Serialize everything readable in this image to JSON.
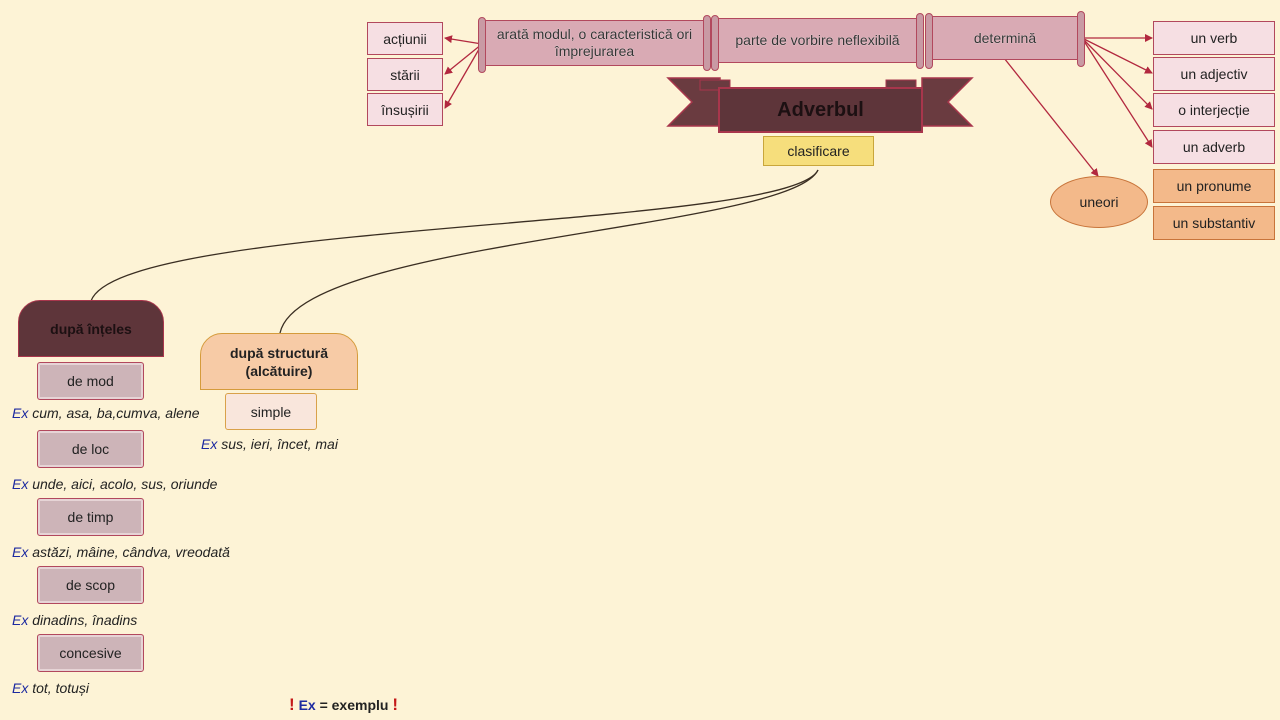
{
  "title": "Adverbul",
  "classification_label": "clasificare",
  "scrolls": {
    "shows": "arată  modul, o caracteristică ori împrejurarea",
    "part_of_speech": "parte de vorbire neflexibilă",
    "determines": "determină"
  },
  "shows_targets": [
    "acțiunii",
    "stării",
    "însușirii"
  ],
  "determines_targets": [
    "un verb",
    "un adjectiv",
    "o interjecție",
    "un adverb"
  ],
  "sometimes": {
    "label": "uneori",
    "targets": [
      "un pronume",
      "un substantiv"
    ]
  },
  "by_meaning": {
    "label": "după înțeles",
    "types": [
      {
        "label": "de mod",
        "ex_word": "Ex",
        "example": "cum, asa, ba,cumva, alene"
      },
      {
        "label": "de loc",
        "ex_word": "Ex",
        "example": "unde, aici, acolo, sus, oriunde"
      },
      {
        "label": "de timp",
        "ex_word": "Ex",
        "example": "astăzi, mâine, cândva, vreodată"
      },
      {
        "label": "de scop",
        "ex_word": "Ex",
        "example": "dinadins, înadins"
      },
      {
        "label": "concesive",
        "ex_word": "Ex",
        "example": "tot, totuși"
      }
    ]
  },
  "by_structure": {
    "label_line1": "după structură",
    "label_line2": "(alcătuire)",
    "types": [
      {
        "label": "simple",
        "ex_word": "Ex",
        "example": "sus, ieri, încet, mai"
      }
    ]
  },
  "legend": {
    "mark": "!",
    "ex_word": "Ex",
    "text": "= exemplu"
  },
  "colors": {
    "background": "#fdf3d6",
    "arrow": "#b2283f",
    "banner": "#5e353a",
    "classification": "#f6de7c",
    "orange": "#f3b98a",
    "pink": "#f6dfe3"
  }
}
